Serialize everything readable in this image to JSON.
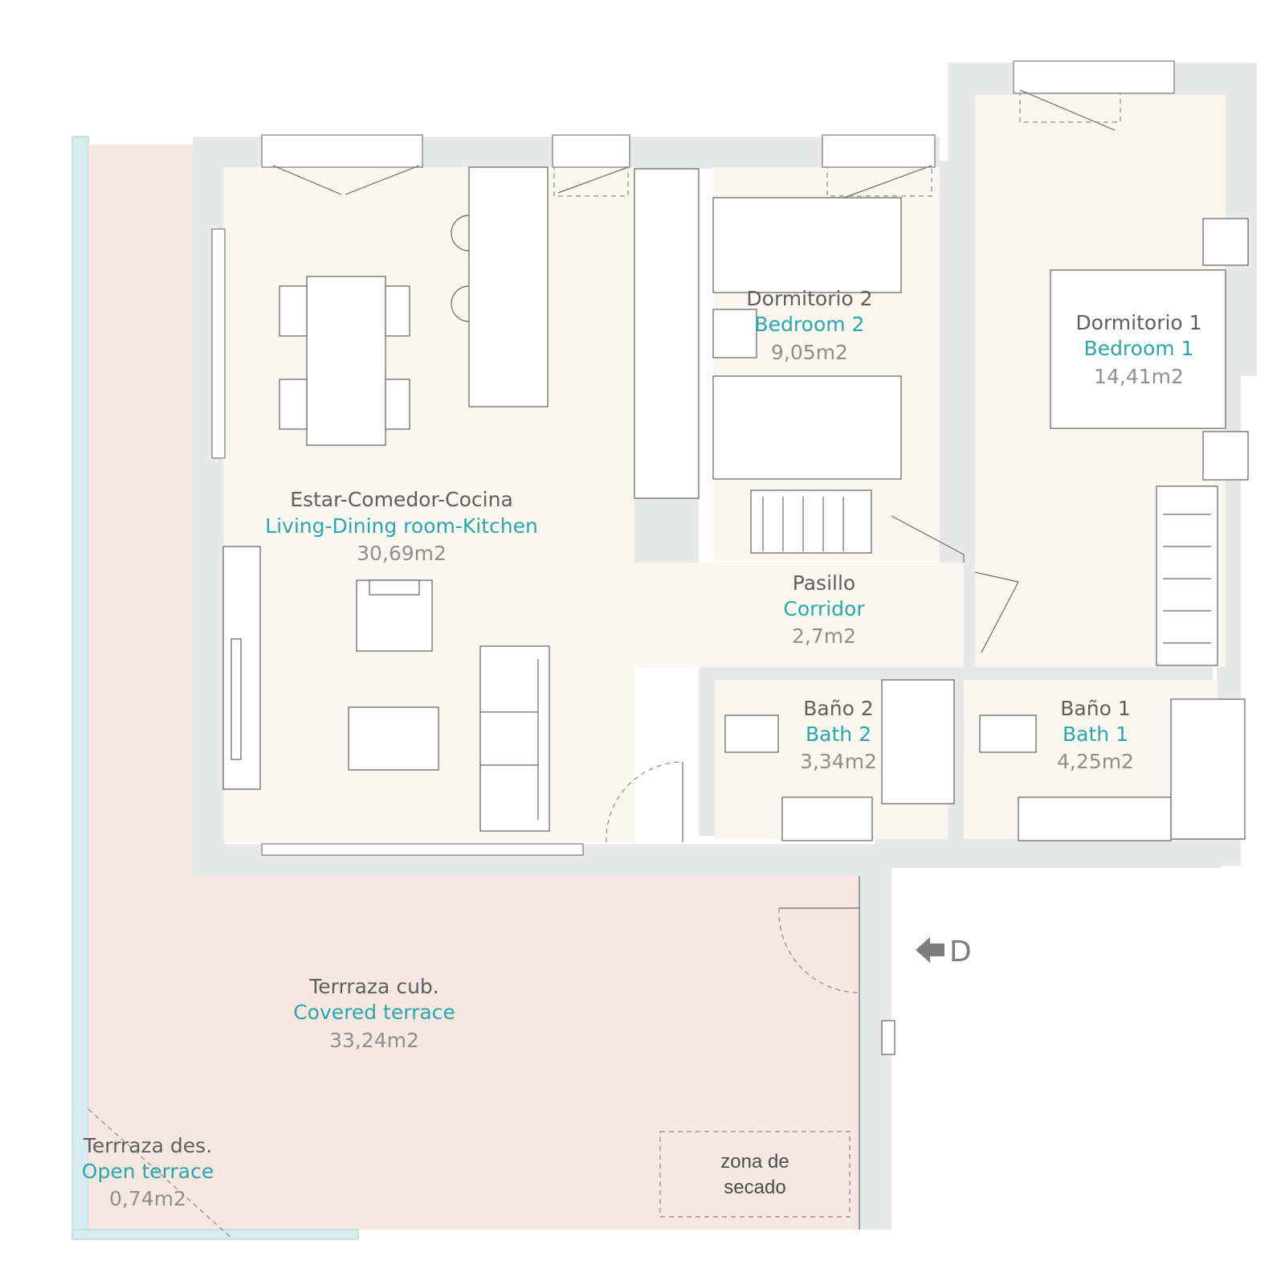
{
  "rooms": {
    "living": {
      "es": "Estar-Comedor-Cocina",
      "en": "Living-Dining room-Kitchen",
      "area": "30,69m2"
    },
    "bedroom2": {
      "es": "Dormitorio 2",
      "en": "Bedroom 2",
      "area": "9,05m2"
    },
    "bedroom1": {
      "es": "Dormitorio 1",
      "en": "Bedroom 1",
      "area": "14,41m2"
    },
    "corridor": {
      "es": "Pasillo",
      "en": "Corridor",
      "area": "2,7m2"
    },
    "bath2": {
      "es": "Baño 2",
      "en": "Bath 2",
      "area": "3,34m2"
    },
    "bath1": {
      "es": "Baño 1",
      "en": "Bath 1",
      "area": "4,25m2"
    },
    "covered_terrace": {
      "es": "Terrraza cub.",
      "en": "Covered terrace",
      "area": "33,24m2"
    },
    "open_terrace": {
      "es": "Terrraza des.",
      "en": "Open terrace",
      "area": "0,74m2"
    }
  },
  "drying_zone": {
    "line1": "zona de",
    "line2": "secado"
  },
  "direction_marker": {
    "letter": "D",
    "icon": "arrow-left-icon"
  },
  "colors": {
    "spanish_label": "#5f5f5f",
    "english_label": "#2aa6ad",
    "area_label": "#8f8f8f",
    "interior_floor": "#faf7f1",
    "terrace_floor": "#f6e7e1",
    "wall_fill": "#e7e8e8"
  }
}
